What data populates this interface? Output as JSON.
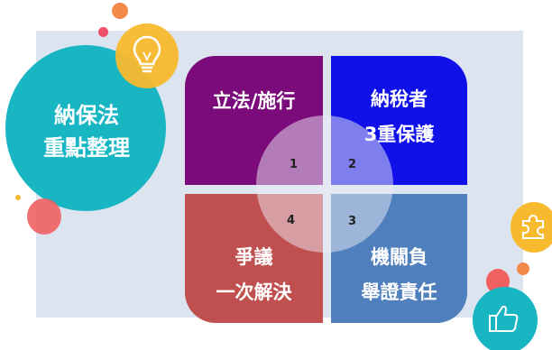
{
  "title": {
    "line1": "納保法",
    "line2": "重點整理"
  },
  "quadrants": [
    {
      "num": "1",
      "line1": "立法/施行",
      "line2": "",
      "color": "#7b0b7b"
    },
    {
      "num": "2",
      "line1": "納稅者",
      "line2": "3重保護",
      "color": "#1010e8"
    },
    {
      "num": "3",
      "line1": "機關負",
      "line2": "舉證責任",
      "color": "#4f7fbd"
    },
    {
      "num": "4",
      "line1": "爭議",
      "line2": "一次解決",
      "color": "#c0504f"
    }
  ],
  "icons": [
    "lightbulb-icon",
    "puzzle-icon",
    "thumbs-up-icon"
  ],
  "colors": {
    "panel": "#dce4ef",
    "teal": "#17b6c2",
    "yellow": "#f7b92d",
    "coral": "#f06060",
    "orange": "#f38a4a"
  }
}
